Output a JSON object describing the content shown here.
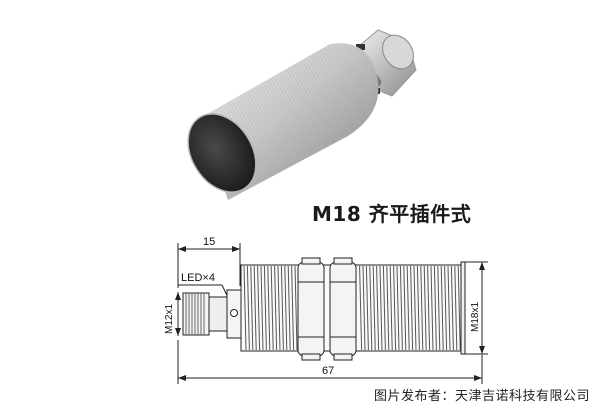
{
  "title": "M18 齐平插件式",
  "caption": "图片发布者：天津吉诺科技有限公司",
  "dimensions": {
    "top_width": "15",
    "total_length": "67",
    "led": "LED×4",
    "left_thread": "M12x1",
    "right_thread": "M18x1"
  },
  "colors": {
    "metal_light": "#e8e8e8",
    "metal_dark": "#8c8c8c",
    "face": "#2a2a2a",
    "line": "#222222"
  }
}
